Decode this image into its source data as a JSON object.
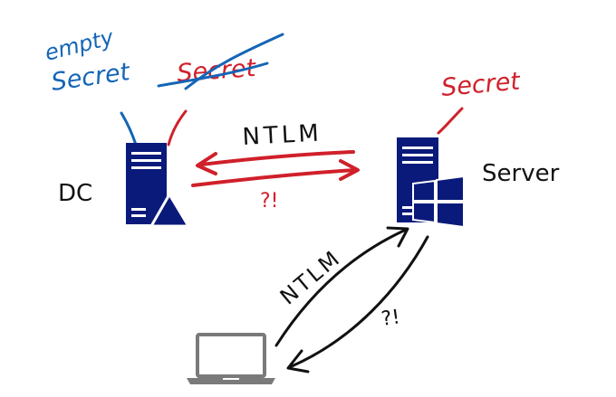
{
  "colors": {
    "blue": "#1565b7",
    "red": "#d0202a",
    "navy": "#0a1a7a",
    "black": "#111111",
    "laptop_gray": "#7a7a7a"
  },
  "labels": {
    "empty": "empty",
    "secret_blue": "Secret",
    "secret_crossed": "Secret",
    "secret_server": "Secret",
    "ntlm_top": "NTLM",
    "question_top": "?!",
    "dc": "DC",
    "server": "Server",
    "ntlm_bottom": "NTLM",
    "question_bottom": "?!"
  },
  "icons": {
    "dc": "server-tower-with-warning-triangle-icon",
    "server": "server-tower-with-windows-logo-icon",
    "client": "laptop-icon"
  }
}
